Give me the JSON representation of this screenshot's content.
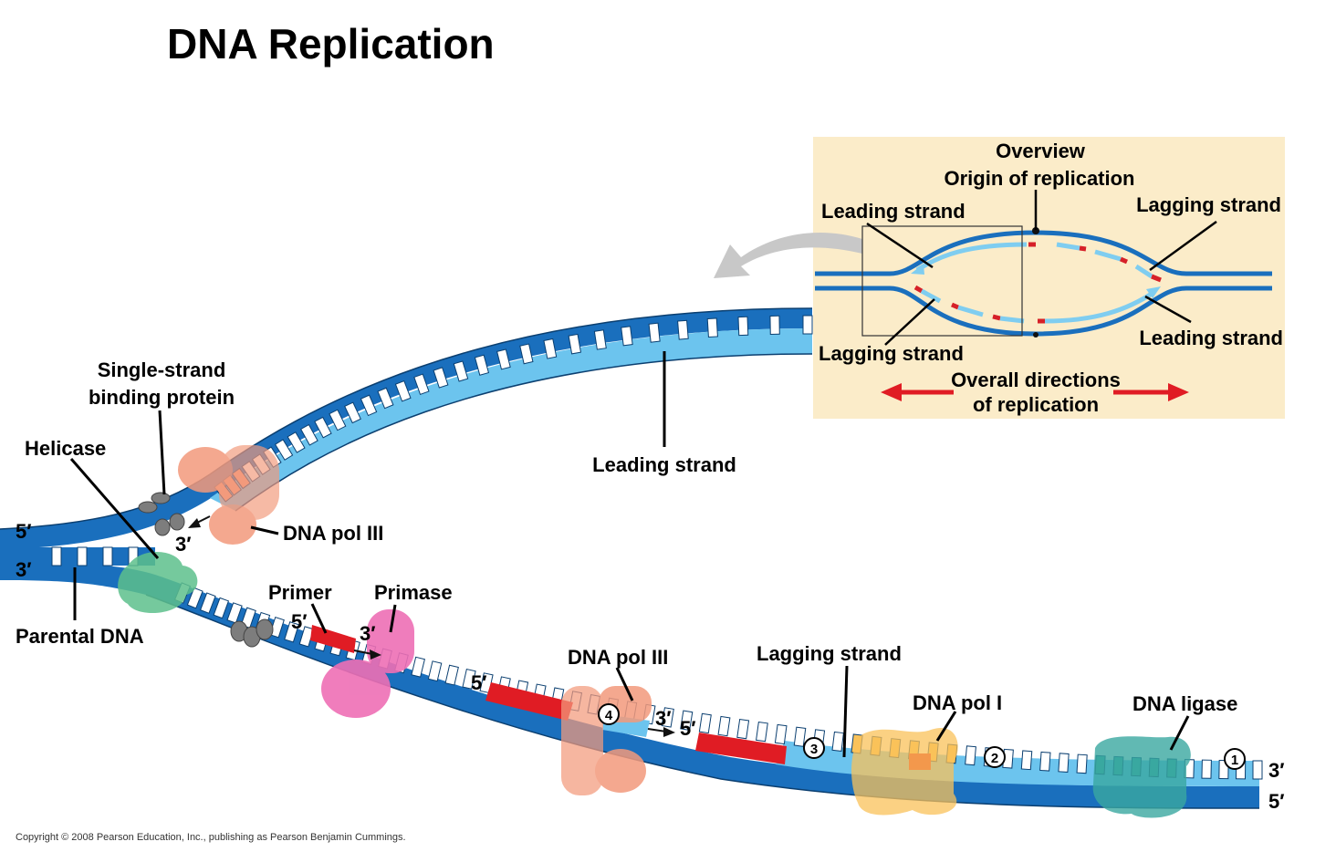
{
  "title": "DNA Replication",
  "colors": {
    "parental_strand": "#1a6fbd",
    "new_strand": "#6cc4ee",
    "primer": "#e01c24",
    "overview_bg": "#fbecc9",
    "helicase": "#5dbf8c",
    "dna_pol_iii": "#f39a7c",
    "primase": "#ee6fb5",
    "dna_pol_i": "#f9c25a",
    "dna_ligase": "#3aa8a0",
    "ssb": "#7d7d7d",
    "direction_arrow": "#e01c24"
  },
  "overview": {
    "heading": "Overview",
    "origin_label": "Origin of replication",
    "leading_strand_top": "Leading strand",
    "lagging_strand_top": "Lagging strand",
    "lagging_strand_bottom": "Lagging strand",
    "leading_strand_bottom": "Leading strand",
    "directions_line1": "Overall directions",
    "directions_line2": "of replication"
  },
  "labels": {
    "single_strand_line1": "Single-strand",
    "single_strand_line2": "binding protein",
    "helicase": "Helicase",
    "dna_pol_iii_top": "DNA pol III",
    "leading_strand": "Leading strand",
    "parental_dna": "Parental DNA",
    "primer": "Primer",
    "primase": "Primase",
    "dna_pol_iii_bottom": "DNA pol III",
    "lagging_strand": "Lagging strand",
    "dna_pol_i": "DNA pol I",
    "dna_ligase": "DNA ligase"
  },
  "ends": {
    "left_top": "5′",
    "left_bottom": "3′",
    "leading_3": "3′",
    "primer_5": "5′",
    "primer_3": "3′",
    "fragment_5": "5′",
    "pol3_3": "3′",
    "pol3_5": "5′",
    "right_top": "3′",
    "right_bottom": "5′"
  },
  "steps": [
    "1",
    "2",
    "3",
    "4"
  ],
  "copyright": "Copyright © 2008 Pearson Education, Inc., publishing as Pearson Benjamin Cummings."
}
